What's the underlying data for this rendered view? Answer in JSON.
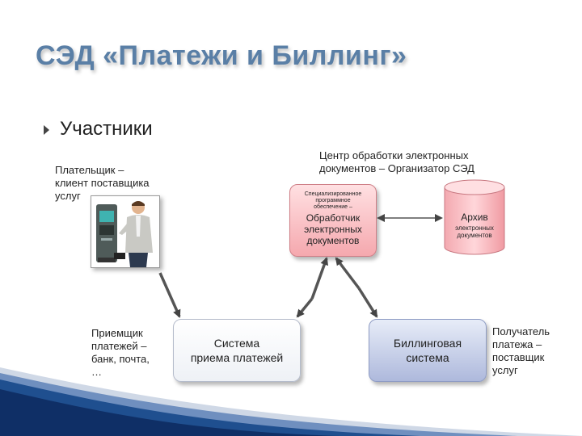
{
  "slide": {
    "title": "СЭД «Платежи и Биллинг»",
    "bullet": "Участники"
  },
  "labels": {
    "payer": [
      "Плательщик –",
      "клиент поставщика",
      "услуг"
    ],
    "center": [
      "Центр обработки электронных",
      "документов – Организатор СЭД"
    ],
    "acceptor": [
      "Приемщик",
      "платежей –",
      "банк, почта,",
      "…"
    ],
    "recipient": [
      "Получатель",
      "платежа –",
      "поставщик",
      "услуг"
    ]
  },
  "boxes": {
    "processor": {
      "small": [
        "Специализированное",
        "программное",
        "обеспечение –"
      ],
      "main": [
        "Обработчик",
        "электронных",
        "документов"
      ]
    },
    "archive": {
      "title": "Архив",
      "sub": [
        "электронных",
        "документов"
      ]
    },
    "payment_system": [
      "Система",
      "приема платежей"
    ],
    "billing_system": [
      "Биллинговая",
      "система"
    ]
  },
  "colors": {
    "title": "#5a7fa6",
    "processor_fill": "#f5a8ae",
    "billing_fill": "#aeb9dc",
    "deco_blue": "#1f4f8f"
  },
  "icons": {
    "bullet": "triangle-right-icon",
    "payer_photo": "person-at-atm-icon"
  }
}
